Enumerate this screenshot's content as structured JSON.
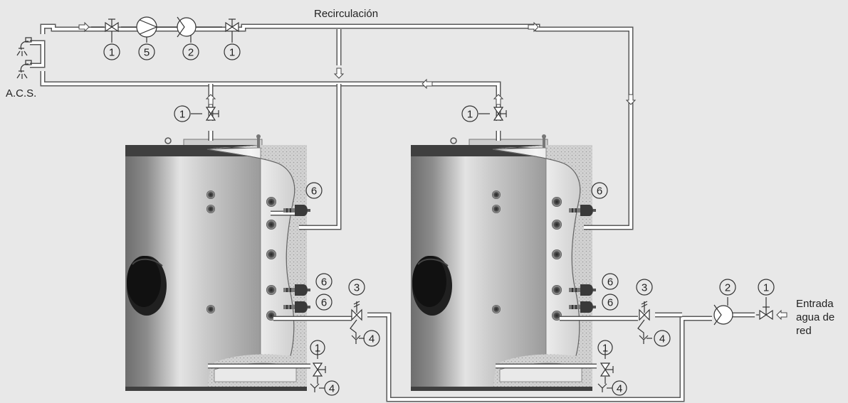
{
  "labels": {
    "recirculacion": "Recirculación",
    "acs": "A.C.S.",
    "entrada_line1": "Entrada",
    "entrada_line2": "agua de",
    "entrada_line3": "red"
  },
  "callouts": {
    "valve": "1",
    "check_valve": "2",
    "safety_valve": "3",
    "drain": "4",
    "pump": "5",
    "sensor": "6"
  },
  "colors": {
    "background": "#e8e8e8",
    "pipe_outline": "#5a5a5a",
    "pipe_fill": "#ffffff",
    "insulation": "#cfcfcf",
    "tank_metal": "#9a9a9a"
  }
}
